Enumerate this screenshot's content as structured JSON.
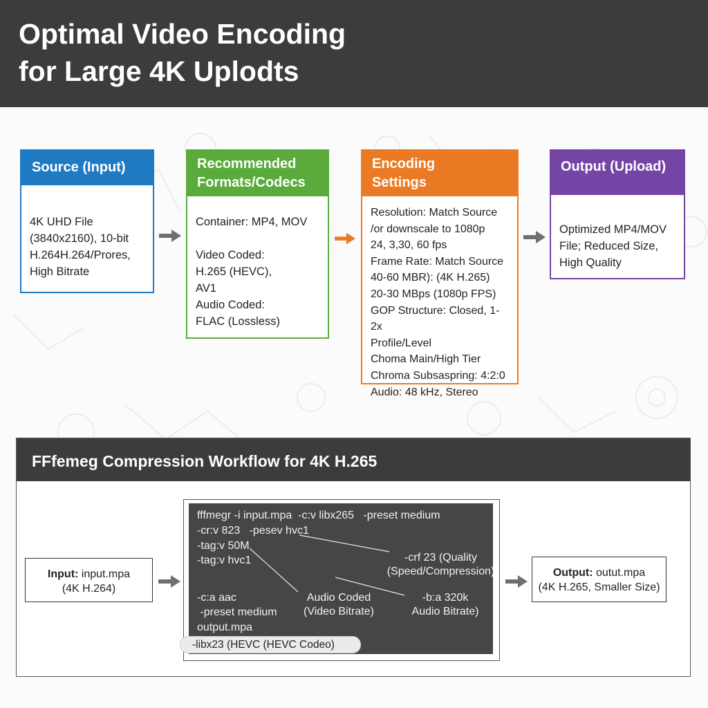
{
  "header": {
    "title": "Optimal Video Encoding\nfor Large 4K Uplodts"
  },
  "colors": {
    "header_bg": "#3c3c3c",
    "source": "#1f7ac4",
    "formats": "#5aab3c",
    "settings": "#ea7b24",
    "output": "#7445a5",
    "code_bg": "#464646"
  },
  "boxes": {
    "source": {
      "title": "Source (Input)",
      "body": "4K UHD File\n(3840x2160), 10-bit\nH.264H.264/Prores,\nHigh Bitrate"
    },
    "formats": {
      "title": "Recommended\nFormats/Codecs",
      "body": "Container: MP4, MOV\n\nVideo Coded:\nH.265 (HEVC),\nAV1\nAudio Coded:\nFLAC (Lossless)"
    },
    "settings": {
      "title": "Encoding\nSettings",
      "body": "Resolution: Match Source\n/or downscale to 1080p\n24, 3,30, 60 fps\nFrame Rate: Match Source\n40-60 MBR):   (4K H.265)\n20-30 MBps (1080p FPS)\nGOP Structure: Closed, 1-2x\nProfile/Level\nChoma Main/High Tier\nChroma Subsaspring: 4:2:0\nAudio: 48 kHz, Stereo"
    },
    "output": {
      "title": "Output (Upload)",
      "body": "Optimized MP4/MOV\nFile; Reduced Size,\nHigh Quality"
    }
  },
  "workflow": {
    "title": "FFfemeg Compression Workflow for 4K H.265",
    "input": {
      "label": "Input:",
      "value": " input.mpa",
      "detail": "(4K H.264)"
    },
    "output": {
      "label": "Output:",
      "value": " outut.mpa",
      "detail": "(4K H.265, Smaller Size)"
    },
    "code": {
      "line1": "fffmegr -i input.mpa  -c:v libx265   -preset medium",
      "line2": "-cr:v 823   -pesev hvc1",
      "line3": "-tag:v 50M",
      "line4": "-tag:v hvc1",
      "line5": "-c:a aac",
      "line6": " -preset medium",
      "line7": "output.mpa"
    },
    "annotations": {
      "crf": "-crf 23 (Quality\n(Speed/Compression)",
      "audio_coded": "Audio Coded\n(Video Bitrate)",
      "audio_bitrate": "-b:a 320k\nAudio Bitrate)"
    },
    "pill": "-libx23 (HEVC (HEVC Codeo)"
  }
}
